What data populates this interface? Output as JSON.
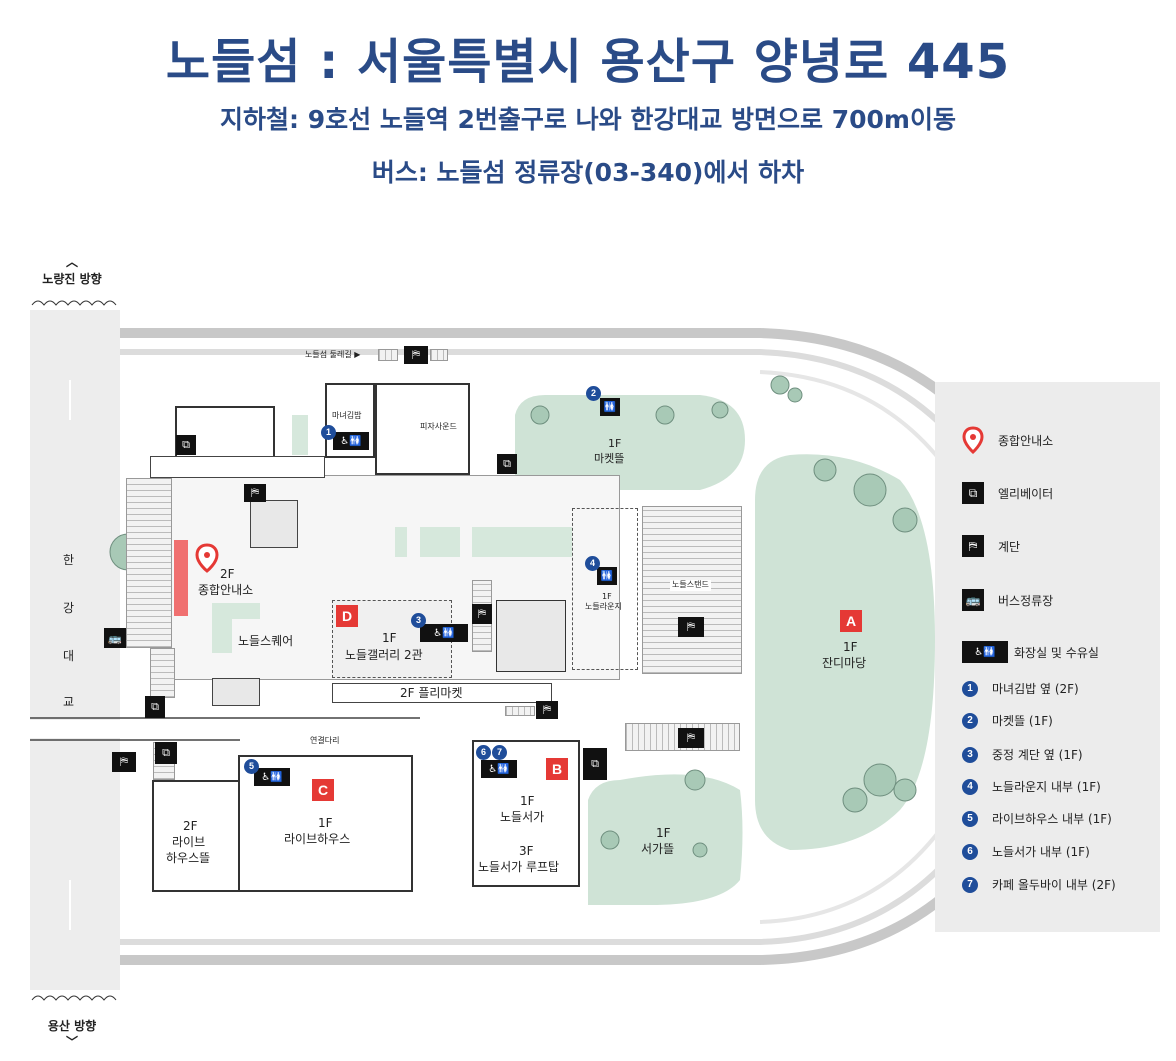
{
  "header": {
    "title": "노들섬 : 서울특별시 용산구 양녕로 445",
    "subway": "지하철: 9호선 노들역 2번출구로 나와 한강대교 방면으로 700m이동",
    "bus": "버스: 노들섬 정류장(03-340)에서 하차"
  },
  "directions": {
    "north": "노량진 방향",
    "south": "용산 방향"
  },
  "bridge": {
    "chars": [
      "한",
      "강",
      "대",
      "교"
    ]
  },
  "map_labels": {
    "trail": "노들섬 둘레길 ▶",
    "manyeo": "마녀김밥",
    "pizza": "피자사운드",
    "market_floor": "1F",
    "market": "마켓뜰",
    "info_floor": "2F",
    "info": "종합안내소",
    "square": "노들스퀘어",
    "gallery_floor": "1F",
    "gallery": "노들갤러리 2관",
    "flea": "2F 플리마켓",
    "lounge_floor": "1F",
    "lounge": "노들라운지",
    "stand": "노들스탠드",
    "lawn_floor": "1F",
    "lawn": "잔디마당",
    "bridge_walk": "연결다리",
    "live_left_floor": "2F",
    "live_left_1": "라이브",
    "live_left_2": "하우스뜰",
    "live_floor": "1F",
    "live": "라이브하우스",
    "bookstore_floor": "1F",
    "bookstore": "노들서가",
    "rooftop_floor": "3F",
    "rooftop": "노들서가 루프탑",
    "bookyard_floor": "1F",
    "bookyard": "서가뜰"
  },
  "sections": {
    "a": "A",
    "b": "B",
    "c": "C",
    "d": "D"
  },
  "legend": {
    "info": "종합안내소",
    "elevator": "엘리베이터",
    "stairs": "계단",
    "bus": "버스정류장",
    "restroom": "화장실 및 수유실",
    "items": [
      {
        "num": "1",
        "label": "마녀김밥 옆 (2F)"
      },
      {
        "num": "2",
        "label": "마켓뜰 (1F)"
      },
      {
        "num": "3",
        "label": "중정 계단 옆 (1F)"
      },
      {
        "num": "4",
        "label": "노들라운지 내부 (1F)"
      },
      {
        "num": "5",
        "label": "라이브하우스 내부 (1F)"
      },
      {
        "num": "6",
        "label": "노들서가 내부 (1F)"
      },
      {
        "num": "7",
        "label": "카페 올두바이 내부 (2F)"
      }
    ]
  },
  "map_numbers": [
    "1",
    "2",
    "3",
    "4",
    "5",
    "6",
    "7"
  ],
  "icons": {
    "info": "location-pin-icon",
    "elevator": "elevator-icon",
    "stairs": "stairs-icon",
    "bus": "bus-icon",
    "restroom": "restroom-icon"
  },
  "colors": {
    "title": "#2a4b87",
    "green": "#cfe3d6",
    "section": "#e53935",
    "number": "#1f4d9a",
    "info_bar": "#f07070"
  }
}
